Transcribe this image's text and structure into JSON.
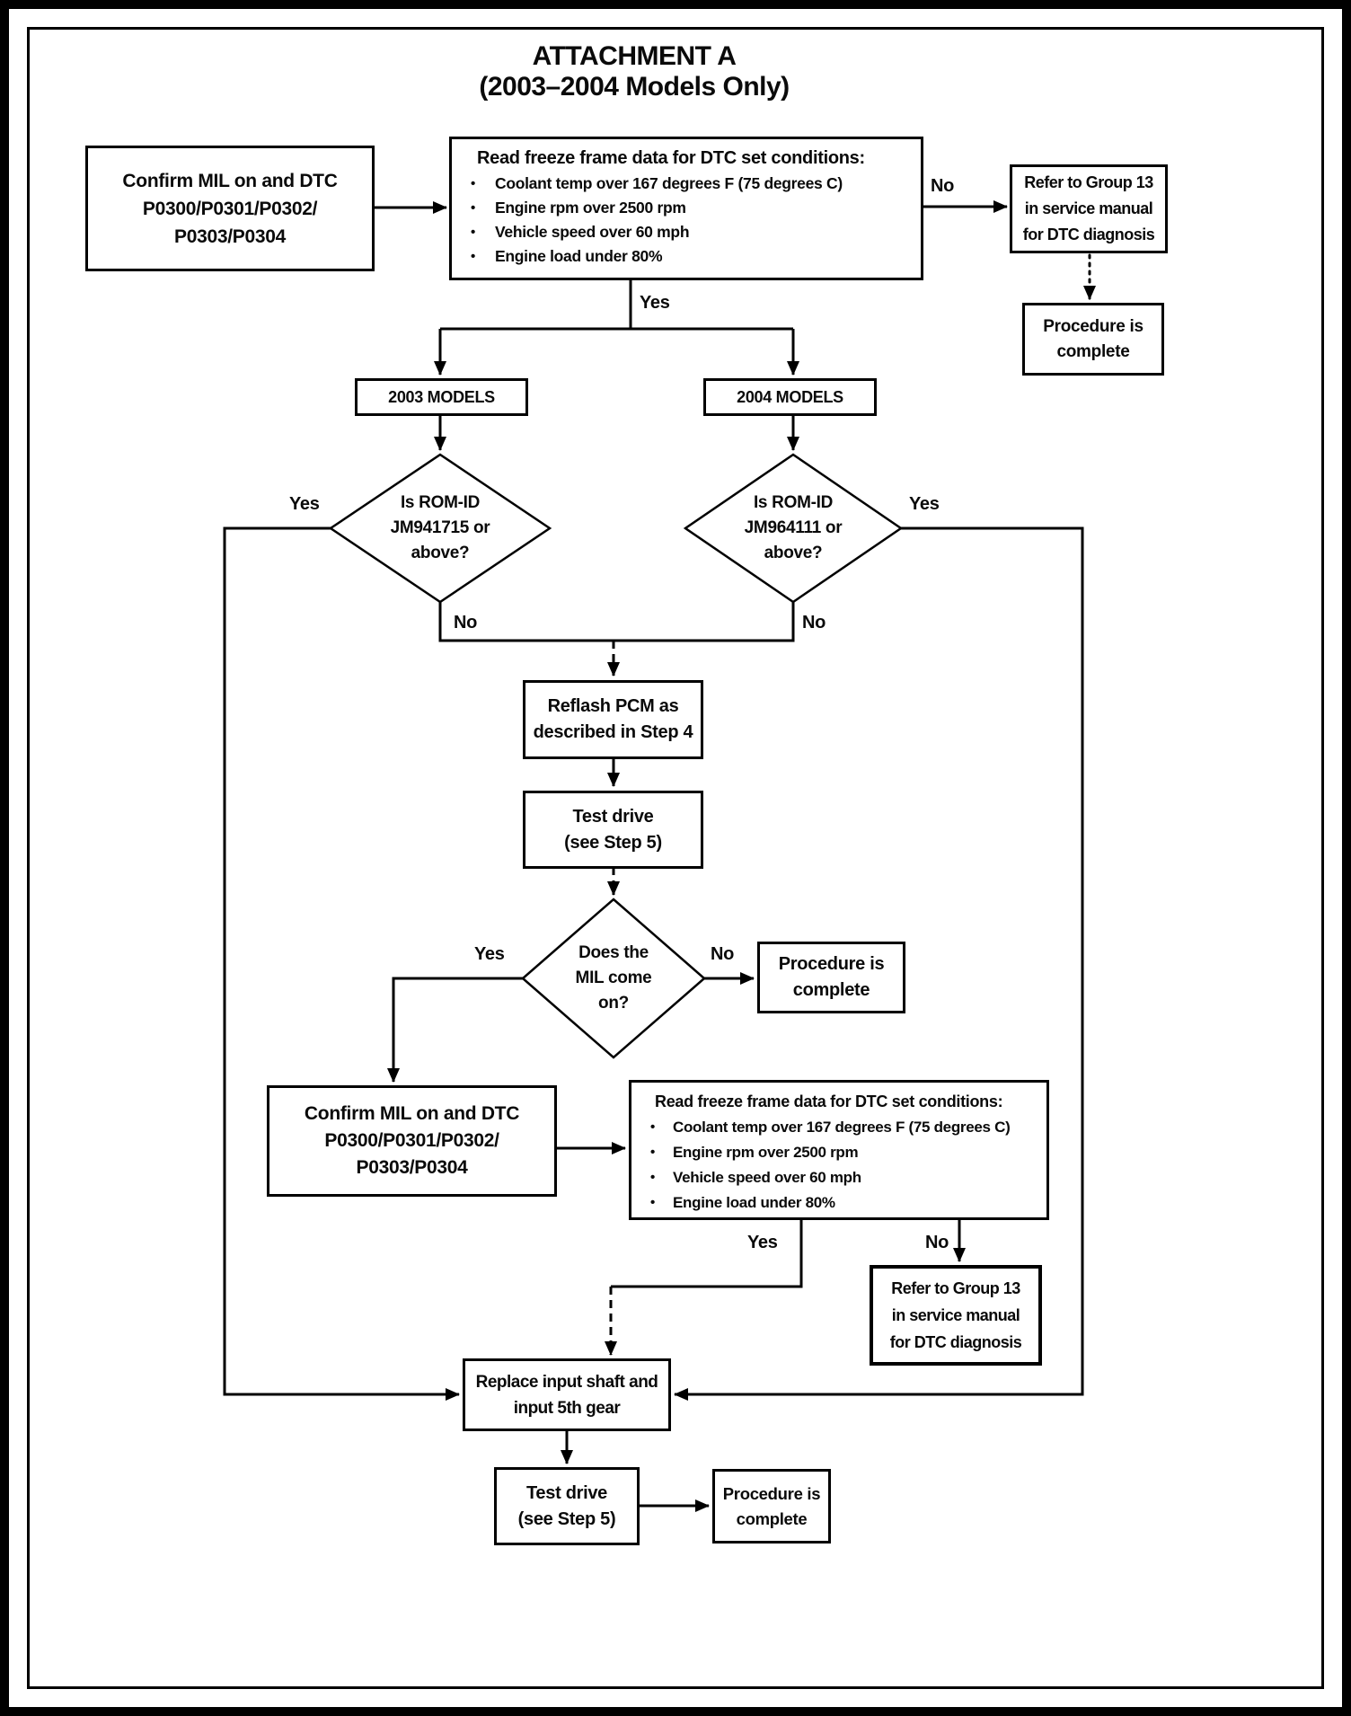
{
  "page": {
    "title_line1": "ATTACHMENT A",
    "title_line2": "(2003–2004 Models Only)"
  },
  "labels": {
    "yes": "Yes",
    "no": "No",
    "bullet": "•"
  },
  "colors": {
    "ink": "#000000",
    "paper": "#ffffff"
  },
  "nodes": {
    "confirm_mil_top": {
      "l1": "Confirm MIL on and DTC",
      "l2": "P0300/P0301/P0302/",
      "l3": "P0303/P0304"
    },
    "freeze_frame_top": {
      "title": "Read freeze frame data for DTC set conditions:",
      "b1": "Coolant temp over 167 degrees F (75 degrees C)",
      "b2": "Engine rpm over 2500 rpm",
      "b3": "Vehicle speed over 60 mph",
      "b4": "Engine load under 80%"
    },
    "refer_group13_top": {
      "l1": "Refer to Group 13",
      "l2": "in service manual",
      "l3": "for DTC diagnosis"
    },
    "procedure_complete_top": {
      "l1": "Procedure is",
      "l2": "complete"
    },
    "models_2003": {
      "label": "2003 MODELS"
    },
    "models_2004": {
      "label": "2004 MODELS"
    },
    "romid_2003": {
      "l1": "Is ROM-ID",
      "l2": "JM941715 or",
      "l3": "above?"
    },
    "romid_2004": {
      "l1": "Is ROM-ID",
      "l2": "JM964111 or",
      "l3": "above?"
    },
    "reflash_pcm": {
      "l1": "Reflash PCM as",
      "l2": "described in Step 4"
    },
    "test_drive_1": {
      "l1": "Test drive",
      "l2": "(see Step 5)"
    },
    "mil_come_on": {
      "l1": "Does the",
      "l2": "MIL come",
      "l3": "on?"
    },
    "procedure_complete_mid": {
      "l1": "Procedure is",
      "l2": "complete"
    },
    "confirm_mil_2": {
      "l1": "Confirm MIL on and DTC",
      "l2": "P0300/P0301/P0302/",
      "l3": "P0303/P0304"
    },
    "freeze_frame_2": {
      "title": "Read freeze frame data for DTC set conditions:",
      "b1": "Coolant temp over 167 degrees F (75 degrees C)",
      "b2": "Engine rpm over 2500 rpm",
      "b3": "Vehicle speed over 60 mph",
      "b4": "Engine load under 80%"
    },
    "refer_group13_2": {
      "l1": "Refer to Group 13",
      "l2": "in service manual",
      "l3": "for DTC diagnosis"
    },
    "replace_shaft": {
      "l1": "Replace input shaft and",
      "l2": "input 5th gear"
    },
    "test_drive_2": {
      "l1": "Test drive",
      "l2": "(see Step 5)"
    },
    "procedure_complete_bottom": {
      "l1": "Procedure is",
      "l2": "complete"
    }
  }
}
